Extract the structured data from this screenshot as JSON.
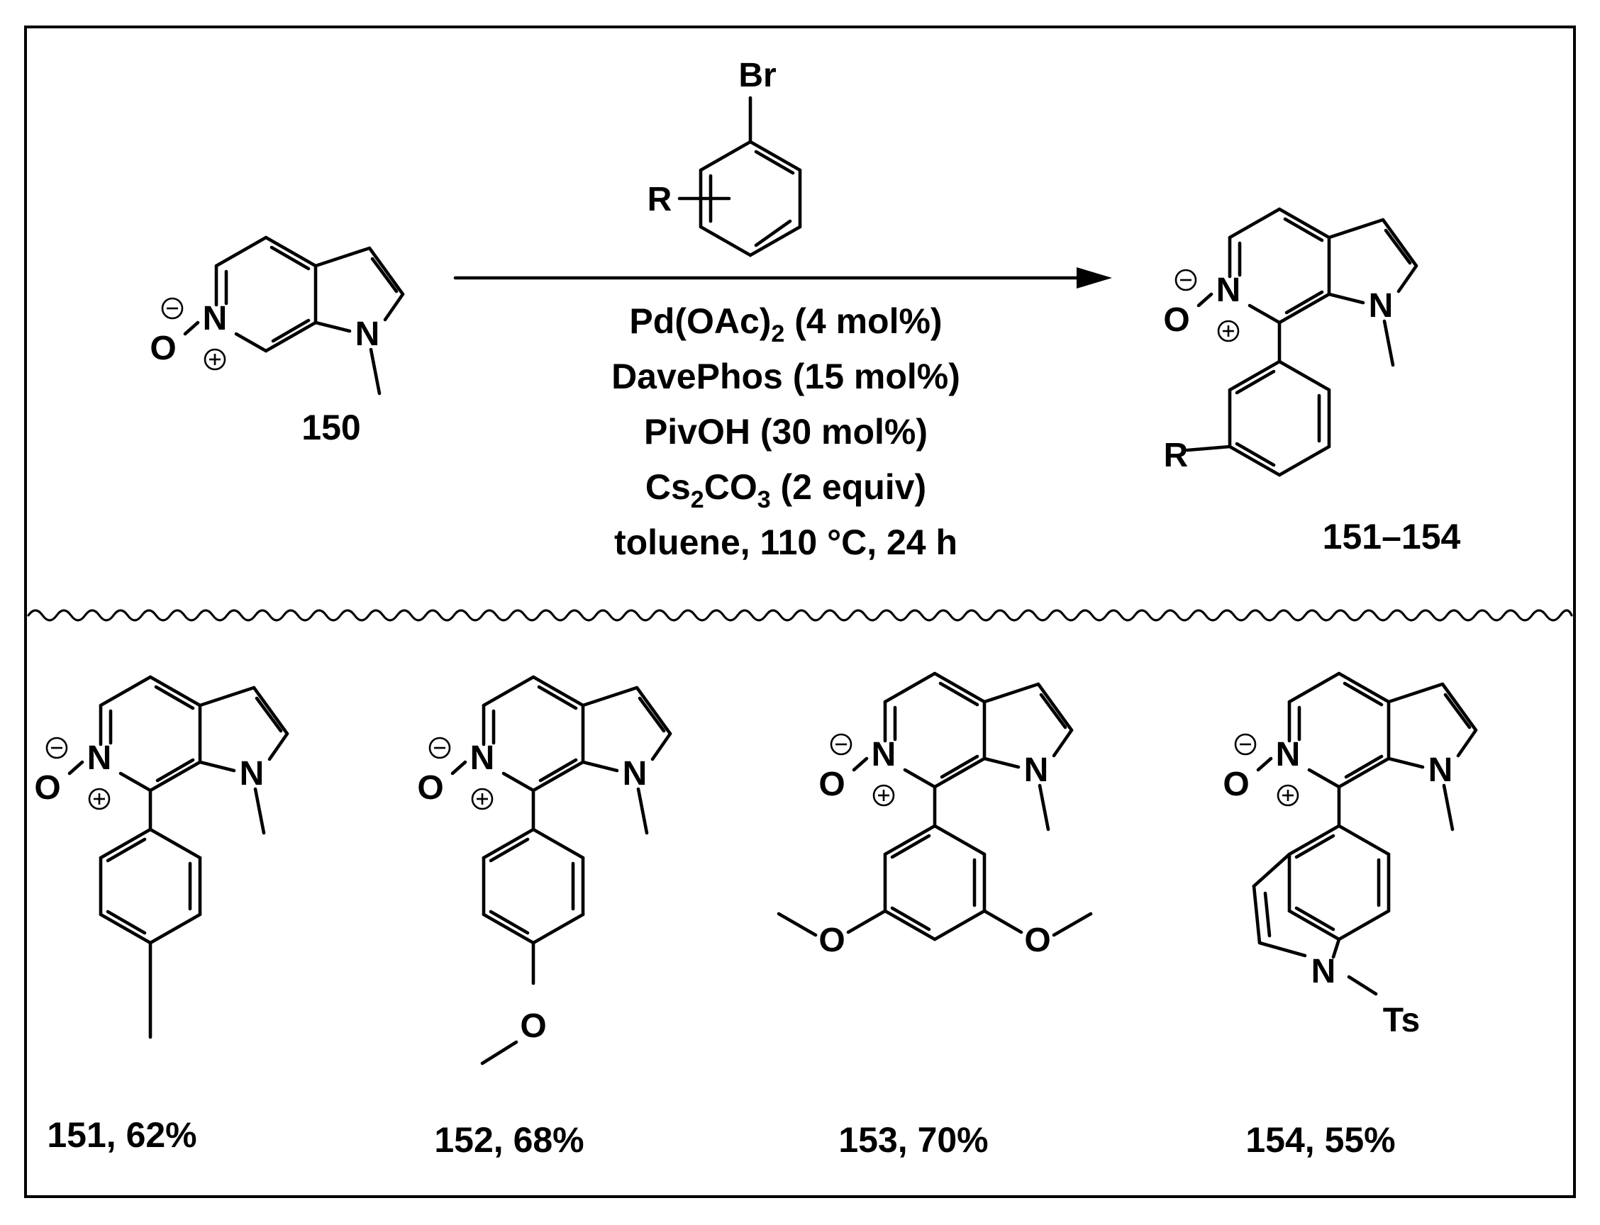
{
  "atoms": {
    "br": "Br",
    "r": "R",
    "n": "N",
    "o": "O",
    "ts": "Ts"
  },
  "conditions": {
    "line1_main": "Pd(OAc)",
    "line1_sub": "2",
    "line1_tail": " (4 mol%)",
    "line2": "DavePhos (15 mol%)",
    "line3": "PivOH (30 mol%)",
    "line4_a": "Cs",
    "line4_sub1": "2",
    "line4_b": "CO",
    "line4_sub2": "3",
    "line4_tail": " (2 equiv)",
    "line5": "toluene, 110 °C, 24 h"
  },
  "compounds": {
    "starting": "150",
    "products": "151–154",
    "c151": "151, 62%",
    "c152": "152, 68%",
    "c153": "153, 70%",
    "c154": "154, 55%"
  }
}
